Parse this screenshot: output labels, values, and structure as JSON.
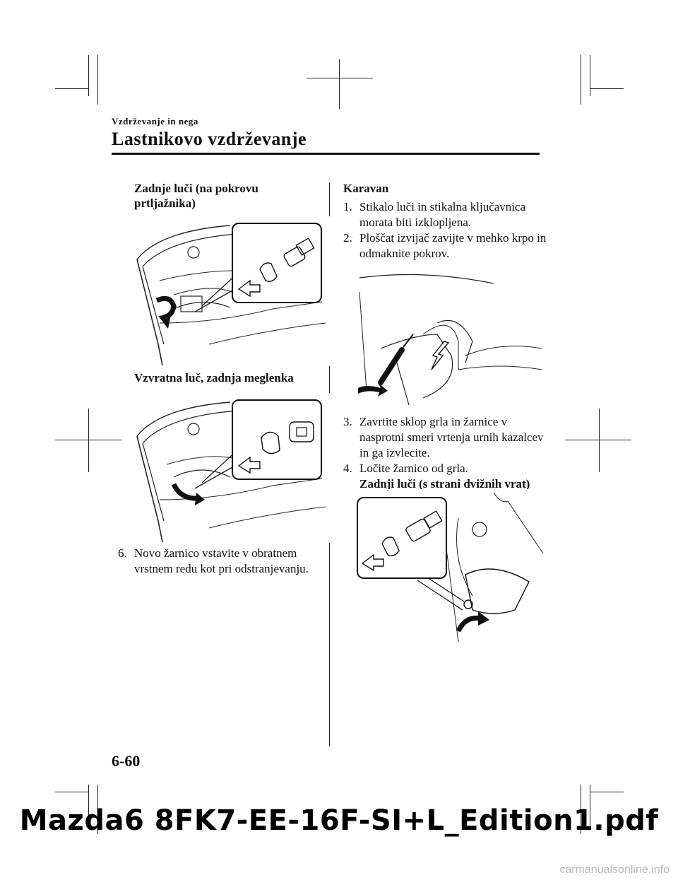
{
  "header": {
    "section": "Vzdrževanje in nega",
    "title": "Lastnikovo vzdrževanje"
  },
  "left": {
    "caption1": "Zadnje luči (na pokrovu",
    "caption1b": "prtljažnika)",
    "caption2": "Vzvratna luč, zadnja meglenka",
    "step6_num": "6.",
    "step6_line1": "Novo žarnico vstavite v obratnem",
    "step6_line2": "vrstnem redu kot pri odstranjevanju."
  },
  "right": {
    "heading": "Karavan",
    "steps": [
      {
        "num": "1.",
        "l1": "Stikalo luči in stikalna ključavnica",
        "l2": "morata biti izklopljena."
      },
      {
        "num": "2.",
        "l1": "Ploščat izvijač zavijte v mehko krpo in",
        "l2": "odmaknite pokrov."
      },
      {
        "num": "3.",
        "l1": "Zavrtite sklop grla in žarnice v",
        "l2": "nasprotni smeri vrtenja urnih kazalcev",
        "l3": "in ga izvlecite."
      },
      {
        "num": "4.",
        "l1": "Ločite žarnico od grla.",
        "l2": "Zadnji luči (s strani dvižnih vrat)"
      }
    ]
  },
  "page_number": "6-60",
  "footer": "Mazda6 8FK7-EE-16F-SI+L_Edition1.pdf",
  "watermark": "carmanualsonline.info"
}
